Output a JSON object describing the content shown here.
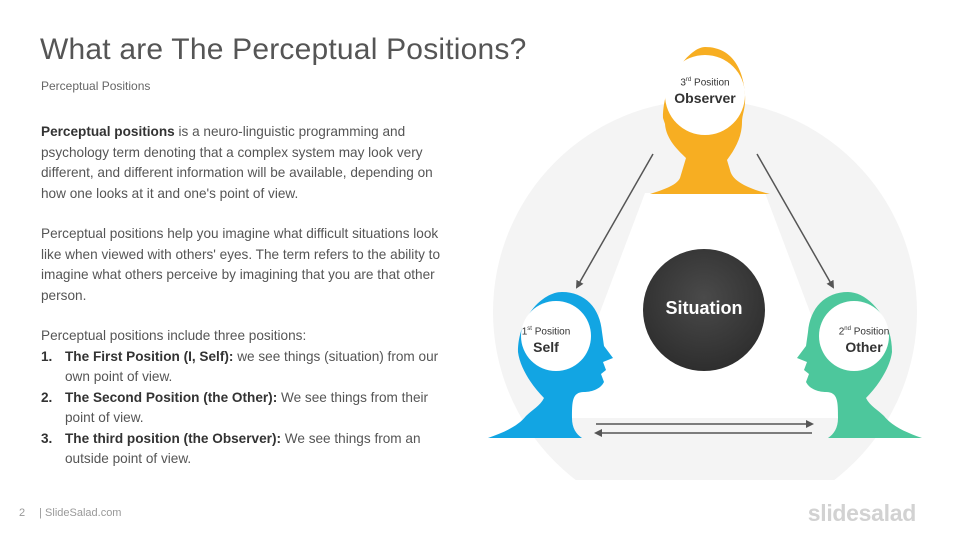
{
  "header": {
    "title": "What are The Perceptual Positions?",
    "subtitle": "Perceptual  Positions"
  },
  "body": {
    "p1_bold": "Perceptual positions",
    "p1_rest": " is a neuro-linguistic programming and psychology term denoting that a complex system may look very different, and different information will be available, depending on how one looks at it and one's point of view.",
    "p2": "Perceptual positions help you imagine what difficult situations look like when viewed with others' eyes. The term refers to the ability to imagine what others perceive by imagining that you are that other person.",
    "p3": "Perceptual positions include three positions:",
    "list": [
      {
        "num": "1.",
        "bold": "The First Position (I, Self):",
        "rest": " we see things (situation) from our own point of view."
      },
      {
        "num": "2.",
        "bold": "The Second Position (the Other):",
        "rest": " We see things from their point of view."
      },
      {
        "num": "3.",
        "bold": "The third position (the Observer):",
        "rest": "  We see things from an outside point of view."
      }
    ]
  },
  "diagram": {
    "center": "Situation",
    "observer": {
      "ord": "3",
      "sup": "rd",
      "word": " Position",
      "name": "Observer",
      "color": "#F7AE22"
    },
    "self": {
      "ord": "1",
      "sup": "st",
      "word": " Position",
      "name": "Self",
      "color": "#12A5E3"
    },
    "other": {
      "ord": "2",
      "sup": "nd",
      "word": " Position",
      "name": "Other",
      "color": "#4DC79C"
    }
  },
  "footer": {
    "page": "2",
    "site": "| SlideSalad.com",
    "brand": "slidesalad"
  }
}
